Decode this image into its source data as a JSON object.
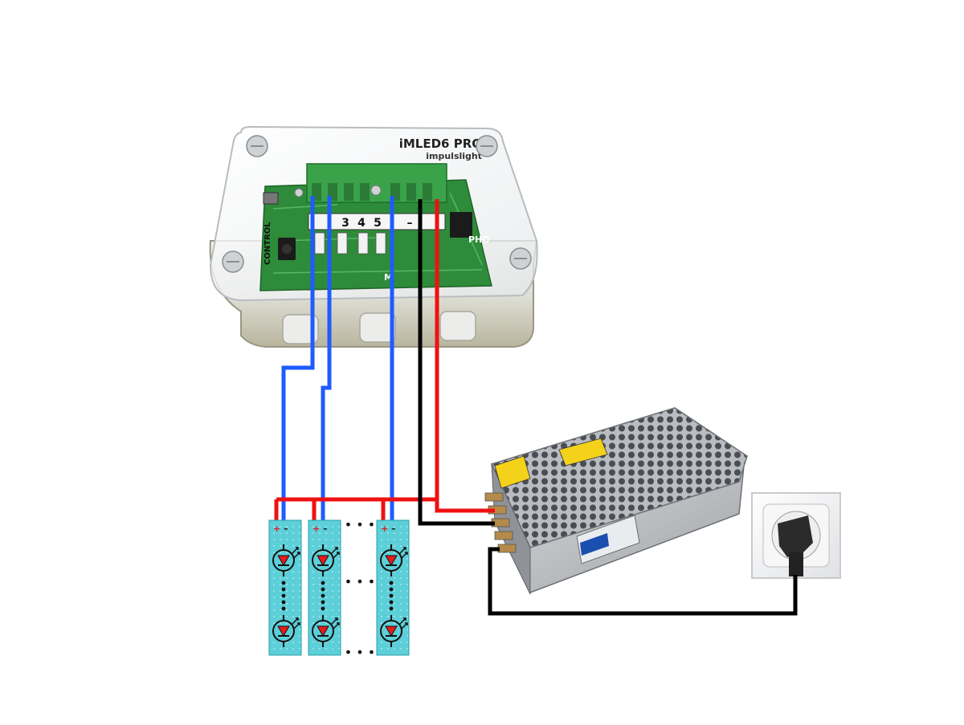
{
  "controller": {
    "model": "iMLED6 PRO",
    "brand": "impulslight",
    "terminal_numbers": [
      "3",
      "4",
      "5"
    ],
    "minus_sign": "–",
    "board_labels": {
      "control": "CONTROL",
      "pho": "PHO",
      "m": "M"
    }
  },
  "led_strips": {
    "plus_sign": "+",
    "minus_sign": "–",
    "ellipsis": "• • •"
  },
  "colors": {
    "wire_blue": "#1f5bff",
    "wire_red": "#ee1111",
    "wire_black": "#000000",
    "strip_fill": "#5ccfd8",
    "terminal_green": "#3aa34a",
    "pcb_green": "#2e8b3a",
    "led_red": "#e31b1b"
  },
  "icons": {
    "power_supply": "power-supply-icon",
    "wall_socket": "wall-socket-icon",
    "led": "led-diode-icon"
  }
}
